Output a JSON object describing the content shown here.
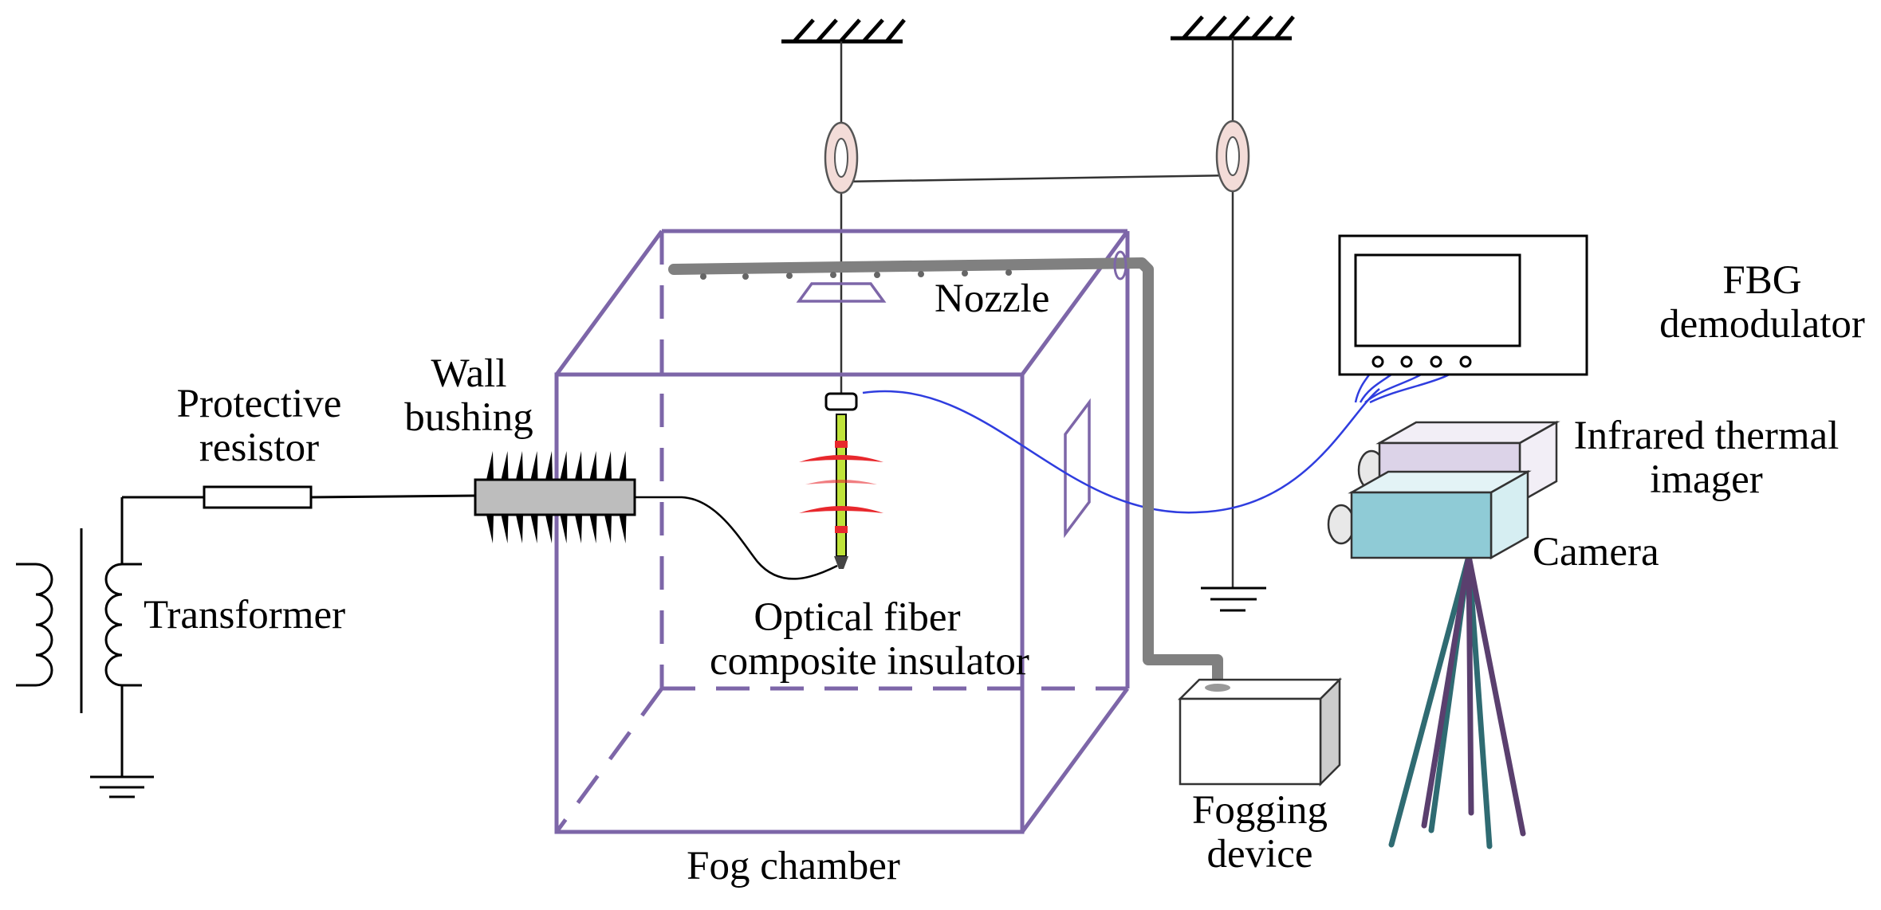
{
  "labels": {
    "protective_resistor": [
      "Protective",
      "resistor"
    ],
    "wall_bushing": [
      "Wall",
      "bushing"
    ],
    "transformer": "Transformer",
    "nozzle": "Nozzle",
    "optical_fiber_insulator": [
      "Optical fiber",
      "composite insulator"
    ],
    "fog_chamber": "Fog chamber",
    "fogging_device": [
      "Fogging",
      "device"
    ],
    "fbg_demodulator": [
      "FBG",
      "demodulator"
    ],
    "infrared_thermal_imager": [
      "Infrared thermal",
      "imager"
    ],
    "camera": "Camera"
  },
  "colors": {
    "chamber": "#7d66a8",
    "pipe": "#808080",
    "fiber": "#2f3ddf",
    "insulator_shed": "#e8282d",
    "insulator_core": "#bfe33a",
    "current_transformer_fill": "#f3dcd8",
    "thermal_imager_fill": "#dcd3e8",
    "camera_fill": "#8fcbd6",
    "tripod_teal": "#2f6b72",
    "tripod_purple": "#5a3f6e",
    "bushing_fill": "#bdbdbd"
  }
}
